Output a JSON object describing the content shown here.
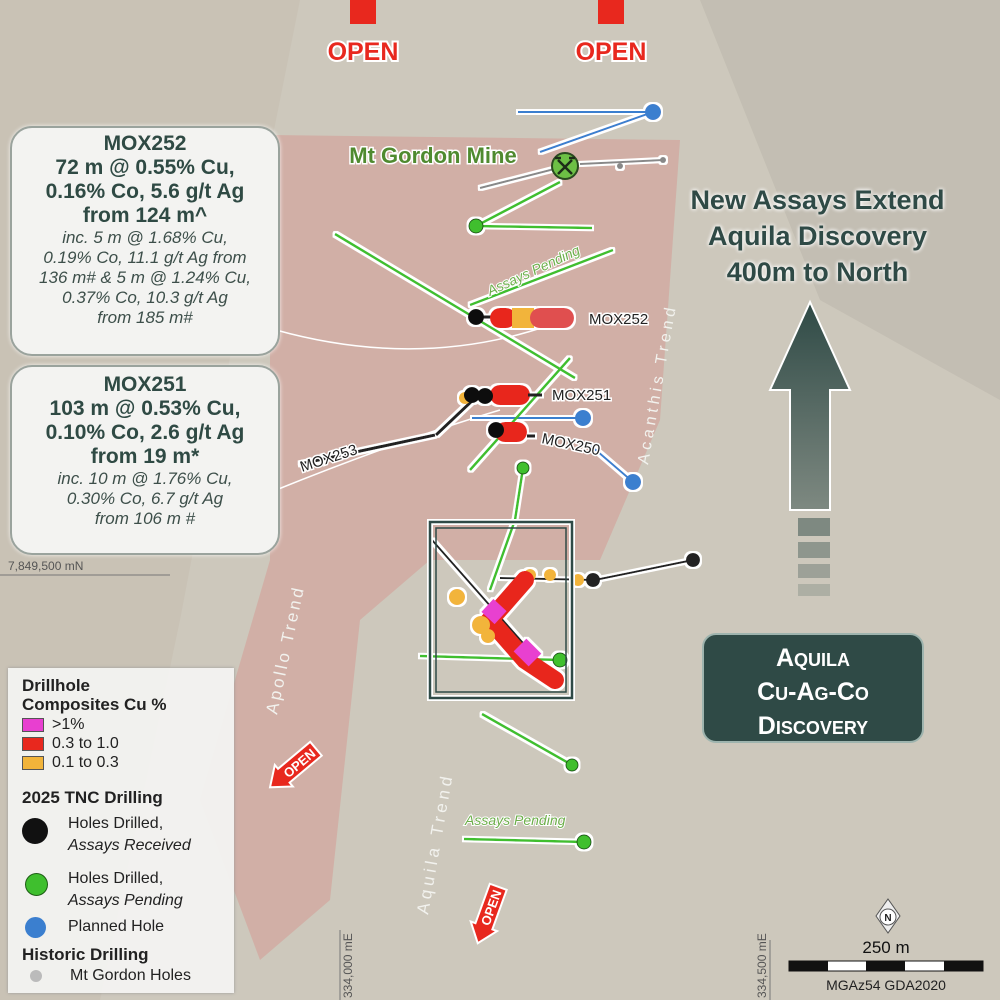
{
  "open_labels": [
    "OPEN",
    "OPEN",
    "OPEN",
    "OPEN"
  ],
  "mine": {
    "label": "Mt Gordon Mine",
    "icon": "crossed-hammers-icon"
  },
  "headline": [
    "New Assays Extend",
    "Aquila Discovery",
    "400m to North"
  ],
  "discovery": [
    "Aquila",
    "Cu-Ag-Co",
    "Discovery"
  ],
  "callouts": {
    "mox252": {
      "title": "MOX252",
      "main": [
        "72 m @ 0.55% Cu,",
        "0.16% Co, 5.6 g/t Ag",
        "from 124 m^"
      ],
      "detail": [
        "inc. 5 m @ 1.68% Cu,",
        "0.19% Co, 11.1 g/t Ag from",
        "136 m# & 5 m @ 1.24% Cu,",
        "0.37% Co, 10.3 g/t Ag",
        "from 185 m#"
      ]
    },
    "mox251": {
      "title": "MOX251",
      "main": [
        "103 m @ 0.53% Cu,",
        "0.10% Co, 2.6 g/t Ag",
        "from 19 m*"
      ],
      "detail": [
        "inc. 10 m @ 1.76% Cu,",
        "0.30% Co, 6.7 g/t Ag",
        "from 106 m #"
      ]
    }
  },
  "hole_labels": {
    "mox252": "MOX252",
    "mox251": "MOX251",
    "mox250": "MOX250",
    "mox253": "MOX253"
  },
  "assays_pending": [
    "Assays Pending",
    "Assays Pending"
  ],
  "trends": {
    "apollo": "Apollo Trend",
    "aquila": "Aquila Trend",
    "acanthis": "Acanthis Trend"
  },
  "grid": {
    "northing": "7,849,500 mN",
    "easting1": "334,000 mE",
    "easting2": "334,500 mE"
  },
  "legend": {
    "title1": "Drillhole",
    "title2": "Composites Cu %",
    "classes": [
      {
        "label": ">1%",
        "color": "#e83fd0"
      },
      {
        "label": "0.3 to 1.0",
        "color": "#e8281e"
      },
      {
        "label": "0.1 to 0.3",
        "color": "#f2b43a"
      }
    ],
    "section2": "2025 TNC Drilling",
    "received": [
      "Holes Drilled,",
      "Assays Received"
    ],
    "pending": [
      "Holes Drilled,",
      "Assays Pending"
    ],
    "planned": "Planned Hole",
    "section3": "Historic Drilling",
    "historic": "Mt Gordon Holes"
  },
  "scale": {
    "north": "N",
    "distance": "250 m",
    "datum": "MGAz54 GDA2020"
  },
  "colors": {
    "received": "#111111",
    "pending": "#3fbf2e",
    "planned": "#3b7fcf",
    "historic": "#bbbbbb",
    "dark": "#2f4a46",
    "open": "#e8281e"
  }
}
